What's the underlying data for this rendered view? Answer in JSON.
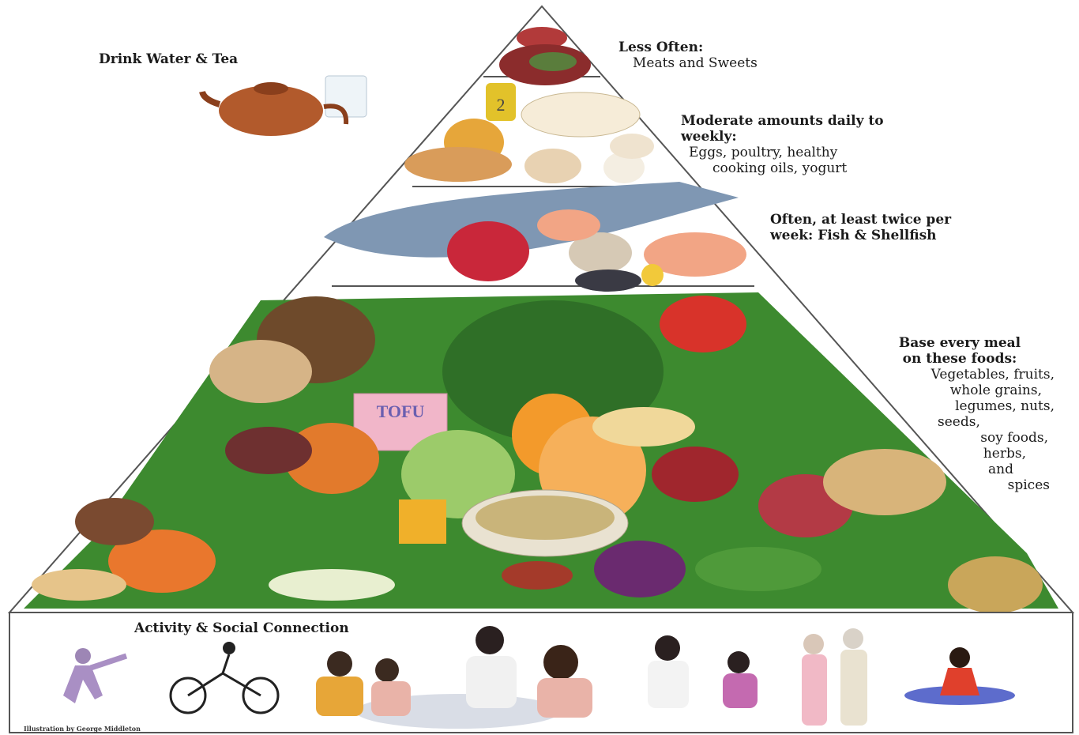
{
  "drink": {
    "title": "Drink Water & Tea"
  },
  "tiers": {
    "less_often": {
      "title": "Less Often:",
      "detail": "Meats and Sweets"
    },
    "moderate": {
      "title_line1": "Moderate amounts daily to",
      "title_line2": "weekly:",
      "detail_line1": "Eggs, poultry, healthy",
      "detail_line2": "cooking oils, yogurt"
    },
    "often": {
      "title_line1": "Often, at least twice per",
      "title_line2": "week: Fish & Shellfish"
    },
    "base": {
      "title_line1": "Base every meal",
      "title_line2": "on these foods:",
      "items": [
        "Vegetables, fruits,",
        "whole grains,",
        "legumes, nuts,",
        "seeds,",
        "soy foods,",
        "herbs,",
        "and",
        "spices"
      ]
    }
  },
  "food_labels": {
    "tofu": "TOFU",
    "oil_bottle": "2"
  },
  "activity": {
    "title": "Activity & Social Connection"
  },
  "credit": "Illustration by George Middleton",
  "colors": {
    "outline": "#555555",
    "greens": "#2f7d2a",
    "fish": "#7f97b3",
    "tofu": "#f1b6c9",
    "tomato": "#d8332a",
    "orange": "#f39a2b"
  }
}
